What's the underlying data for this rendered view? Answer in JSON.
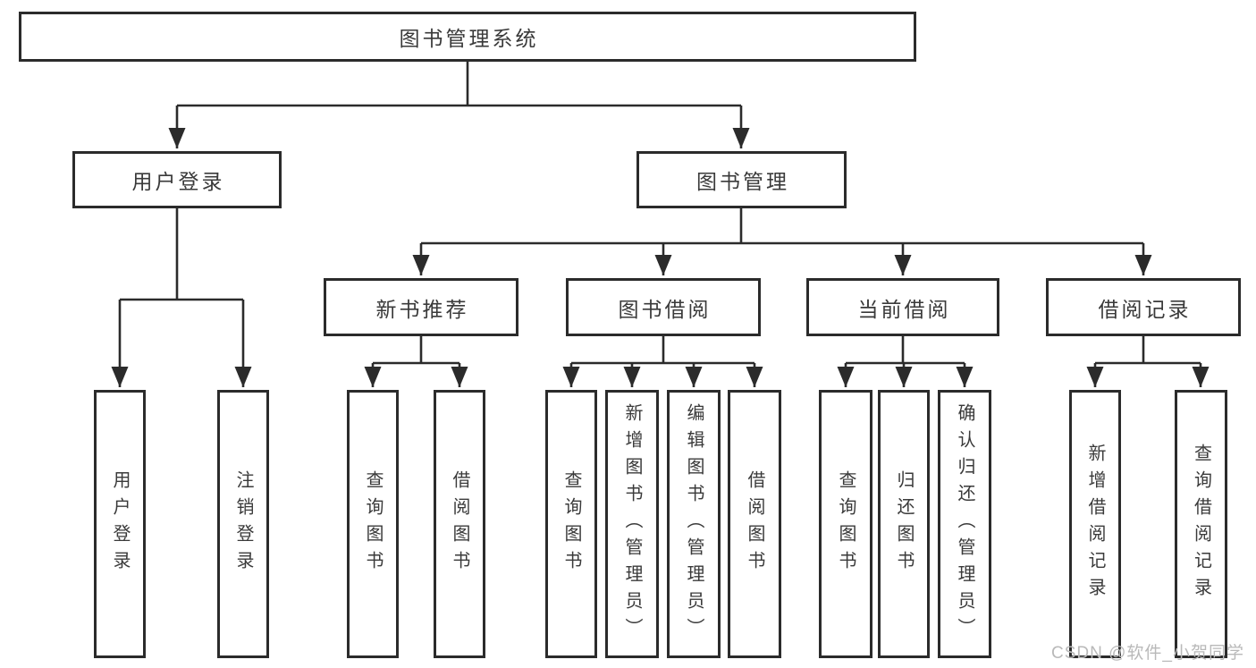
{
  "diagram": {
    "type": "tree",
    "root": {
      "label": "图书管理系统",
      "children": [
        {
          "label": "用户登录",
          "children": [
            {
              "label": "用户登录"
            },
            {
              "label": "注销登录"
            }
          ]
        },
        {
          "label": "图书管理",
          "children": [
            {
              "label": "新书推荐",
              "children": [
                {
                  "label": "查询图书"
                },
                {
                  "label": "借阅图书"
                }
              ]
            },
            {
              "label": "图书借阅",
              "children": [
                {
                  "label": "查询图书"
                },
                {
                  "label": "新增图书（管理员）"
                },
                {
                  "label": "编辑图书（管理员）"
                },
                {
                  "label": "借阅图书"
                }
              ]
            },
            {
              "label": "当前借阅",
              "children": [
                {
                  "label": "查询图书"
                },
                {
                  "label": "归还图书"
                },
                {
                  "label": "确认归还（管理员）"
                }
              ]
            },
            {
              "label": "借阅记录",
              "children": [
                {
                  "label": "新增借阅记录"
                },
                {
                  "label": "查询借阅记录"
                }
              ]
            }
          ]
        }
      ]
    }
  },
  "watermark": {
    "text": "CSDN @软件_小贺同学",
    "color": "#b9b9b9"
  },
  "colors": {
    "background": "#ffffff",
    "box_border": "#2b2b2b",
    "connector_line": "#2b2b2b",
    "text": "#3a3a3a"
  }
}
